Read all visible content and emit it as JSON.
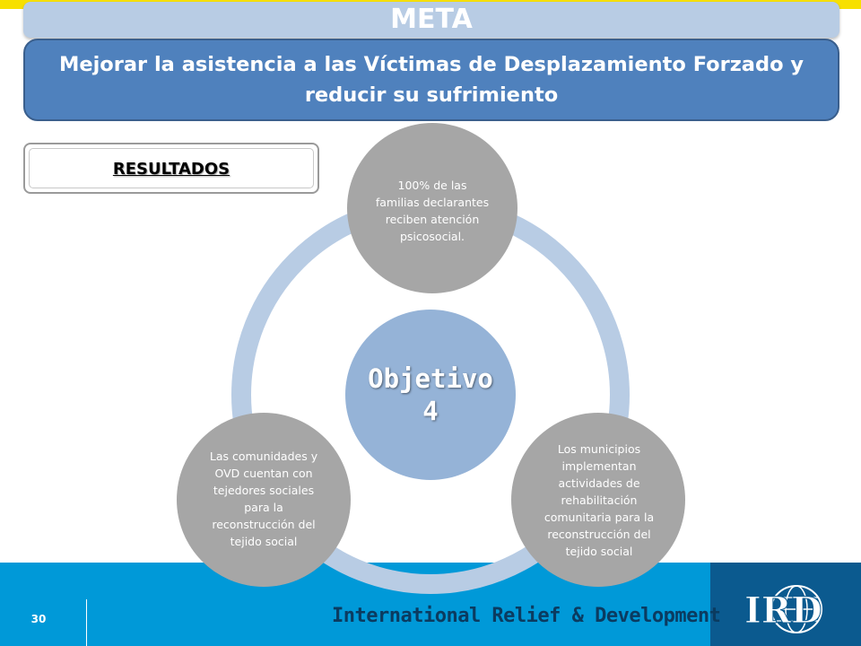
{
  "header": {
    "title": "META",
    "goal": "Mejorar la asistencia a las Víctimas de Desplazamiento Forzado y reducir su sufrimiento"
  },
  "results": {
    "label": "RESULTADOS"
  },
  "diagram": {
    "center": "Objetivo 4",
    "nodes": [
      "100% de las familias declarantes reciben atención psicosocial.",
      "Los municipios implementan actividades de rehabilitación comunitaria para la reconstrucción del tejido social",
      "Las comunidades y OVD cuentan con tejedores sociales para la reconstrucción del tejido social"
    ]
  },
  "footer": {
    "page_number": "30",
    "organization": "International Relief & Development",
    "logo_text": "IRD"
  },
  "colors": {
    "goal_blue": "#4f81bd",
    "title_bar": "#b8cce4",
    "ring": "#b8cce4",
    "center_circle": "#95b3d7",
    "node_gray": "#a6a6a6",
    "footer_blue": "#0099d8",
    "footer_dark": "#0b5a8f"
  }
}
